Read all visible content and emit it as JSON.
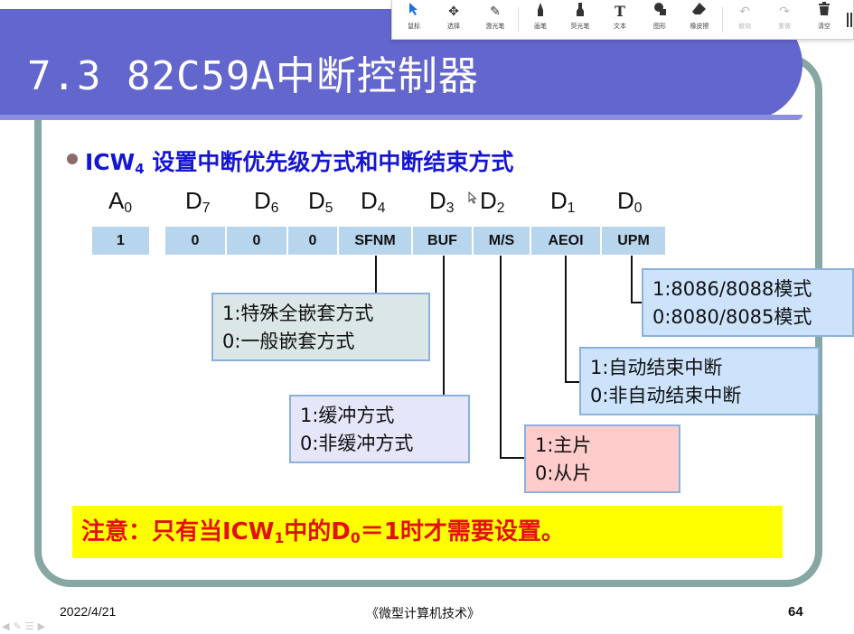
{
  "slide": {
    "title": "7.3  82C59A中断控制器",
    "heading_pre": "ICW",
    "heading_sub": "4",
    "heading_post": " 设置中断优先级方式和中断结束方式",
    "bits": [
      {
        "name": "A",
        "sub": "0",
        "value": "1"
      },
      {
        "name": "D",
        "sub": "7",
        "value": "0"
      },
      {
        "name": "D",
        "sub": "6",
        "value": "0"
      },
      {
        "name": "D",
        "sub": "5",
        "value": "0"
      },
      {
        "name": "D",
        "sub": "4",
        "value": "SFNM"
      },
      {
        "name": "D",
        "sub": "3",
        "value": "BUF"
      },
      {
        "name": "D",
        "sub": "2",
        "value": "M/S"
      },
      {
        "name": "D",
        "sub": "1",
        "value": "AEOI"
      },
      {
        "name": "D",
        "sub": "0",
        "value": "UPM"
      }
    ],
    "annotations": {
      "upm": {
        "line1": "1:8086/8088模式",
        "line2": "0:8080/8085模式",
        "bg": "#cce3fb"
      },
      "aeoi": {
        "line1": "1:自动结束中断",
        "line2": "0:非自动结束中断",
        "bg": "#cce3fb"
      },
      "ms": {
        "line1": "1:主片",
        "line2": "0:从片",
        "bg": "#ffcccc"
      },
      "buf": {
        "line1": "1:缓冲方式",
        "line2": "0:非缓冲方式",
        "bg": "#e6e6fb"
      },
      "sfnm": {
        "line1": "1:特殊全嵌套方式",
        "line2": "0:一般嵌套方式",
        "bg": "#dbe6e6"
      }
    },
    "note": {
      "part1": "注意：只有当ICW",
      "sub1": "1",
      "part2": "中的D",
      "sub2": "0",
      "part3": "＝1时才需要设置。"
    },
    "footer": {
      "date": "2022/4/21",
      "course": "《微型计算机技术》",
      "page": "64"
    }
  },
  "toolbar": {
    "tools": [
      {
        "icon": "pointer-icon",
        "label": "鼠标",
        "state": "active"
      },
      {
        "icon": "move-icon",
        "label": "选择",
        "state": "normal"
      },
      {
        "icon": "laser-pen-icon",
        "label": "激光笔",
        "state": "normal"
      },
      {
        "icon": "pen-icon",
        "label": "画笔",
        "state": "normal"
      },
      {
        "icon": "highlighter-icon",
        "label": "荧光笔",
        "state": "normal"
      },
      {
        "icon": "text-icon",
        "label": "文本",
        "state": "normal"
      },
      {
        "icon": "shapes-icon",
        "label": "图形",
        "state": "normal"
      },
      {
        "icon": "eraser-icon",
        "label": "橡皮擦",
        "state": "normal"
      },
      {
        "icon": "undo-icon",
        "label": "撤销",
        "state": "disabled"
      },
      {
        "icon": "redo-icon",
        "label": "重做",
        "state": "disabled"
      },
      {
        "icon": "trash-icon",
        "label": "清空",
        "state": "normal"
      }
    ]
  },
  "colors": {
    "title_bg": "#6366cc",
    "frame": "#86a7a3",
    "cell_bg": "#b8d5ee",
    "heading": "#1515d4",
    "note_bg": "#ffff00",
    "note_text": "#e31010"
  }
}
